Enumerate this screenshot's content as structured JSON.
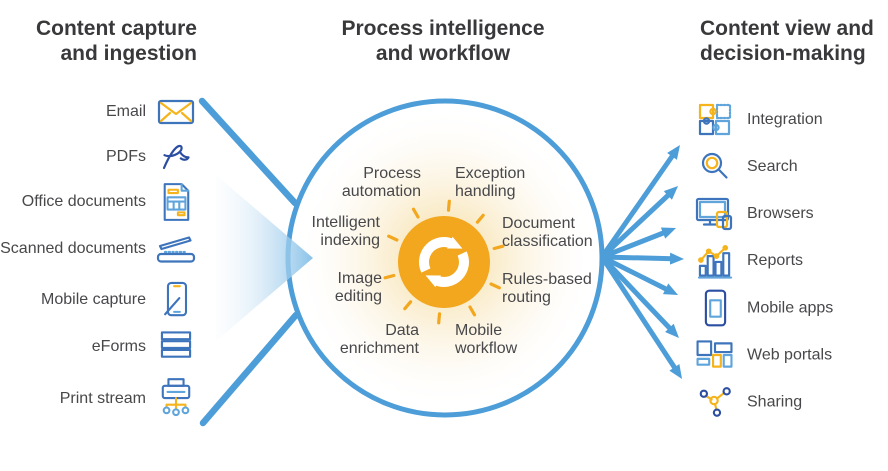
{
  "columns": {
    "capture": {
      "title": "Content capture and ingestion",
      "title_lines": [
        "Content capture",
        "and ingestion"
      ],
      "items": [
        {
          "label": "Email",
          "icon": "email"
        },
        {
          "label": "PDFs",
          "icon": "pdf"
        },
        {
          "label": "Office documents",
          "icon": "office-doc"
        },
        {
          "label": "Scanned documents",
          "icon": "scanner"
        },
        {
          "label": "Mobile capture",
          "icon": "mobile-capture"
        },
        {
          "label": "eForms",
          "icon": "eforms"
        },
        {
          "label": "Print stream",
          "icon": "print-stream"
        }
      ]
    },
    "process": {
      "title": "Process intelligence and workflow",
      "title_lines": [
        "Process intelligence",
        "and workflow"
      ],
      "items": [
        {
          "label": "Process automation",
          "lines": [
            "Process",
            "automation"
          ]
        },
        {
          "label": "Exception handling",
          "lines": [
            "Exception",
            "handling"
          ]
        },
        {
          "label": "Intelligent indexing",
          "lines": [
            "Intelligent",
            "indexing"
          ]
        },
        {
          "label": "Document classification",
          "lines": [
            "Document",
            "classification"
          ]
        },
        {
          "label": "Image editing",
          "lines": [
            "Image",
            "editing"
          ]
        },
        {
          "label": "Rules-based routing",
          "lines": [
            "Rules-based",
            "routing"
          ]
        },
        {
          "label": "Data enrichment",
          "lines": [
            "Data",
            "enrichment"
          ]
        },
        {
          "label": "Mobile workflow",
          "lines": [
            "Mobile",
            "workflow"
          ]
        }
      ]
    },
    "view": {
      "title": "Content view and decision-making",
      "title_lines": [
        "Content view and",
        "decision-making"
      ],
      "items": [
        {
          "label": "Integration",
          "icon": "integration"
        },
        {
          "label": "Search",
          "icon": "search"
        },
        {
          "label": "Browsers",
          "icon": "browsers"
        },
        {
          "label": "Reports",
          "icon": "reports"
        },
        {
          "label": "Mobile apps",
          "icon": "mobile-apps"
        },
        {
          "label": "Web portals",
          "icon": "web-portals"
        },
        {
          "label": "Sharing",
          "icon": "sharing"
        }
      ]
    }
  },
  "center_icon": "refresh-cycle",
  "colors": {
    "arrow_blue": "#4D9ED8",
    "icon_blue": "#3D74BC",
    "icon_light_blue": "#5FA5DC",
    "icon_navy": "#2B4EA2",
    "accent_yellow": "#F5B31C",
    "center_orange": "#F2A71E",
    "heading_text": "#39393B",
    "label_text": "#48484B"
  }
}
